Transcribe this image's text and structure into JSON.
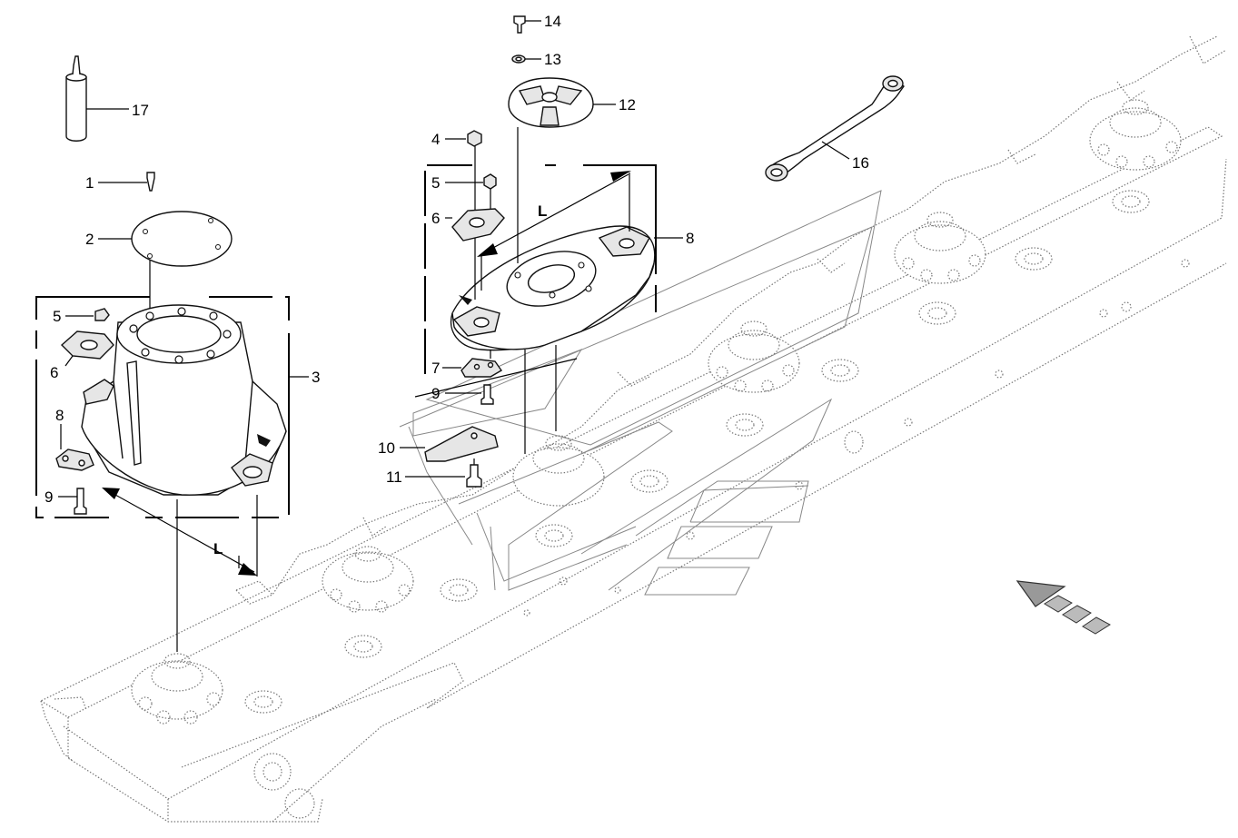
{
  "diagram": {
    "type": "exploded-parts-diagram",
    "callouts": [
      {
        "id": "c1",
        "label": "1"
      },
      {
        "id": "c2",
        "label": "2"
      },
      {
        "id": "c3",
        "label": "3"
      },
      {
        "id": "c4",
        "label": "4"
      },
      {
        "id": "c5a",
        "label": "5"
      },
      {
        "id": "c5b",
        "label": "5"
      },
      {
        "id": "c6a",
        "label": "6"
      },
      {
        "id": "c6b",
        "label": "6"
      },
      {
        "id": "c7",
        "label": "7"
      },
      {
        "id": "c8a",
        "label": "8"
      },
      {
        "id": "c8b",
        "label": "8"
      },
      {
        "id": "c9a",
        "label": "9"
      },
      {
        "id": "c9b",
        "label": "9"
      },
      {
        "id": "c10",
        "label": "10"
      },
      {
        "id": "c11",
        "label": "11"
      },
      {
        "id": "c12",
        "label": "12"
      },
      {
        "id": "c13",
        "label": "13"
      },
      {
        "id": "c14",
        "label": "14"
      },
      {
        "id": "c16",
        "label": "16"
      },
      {
        "id": "c17",
        "label": "17"
      }
    ],
    "rotation_markers": [
      {
        "id": "rot-left",
        "label": "L"
      },
      {
        "id": "rot-right",
        "label": "L"
      }
    ],
    "direction_arrow_icon": "travel-direction-arrow-icon"
  }
}
